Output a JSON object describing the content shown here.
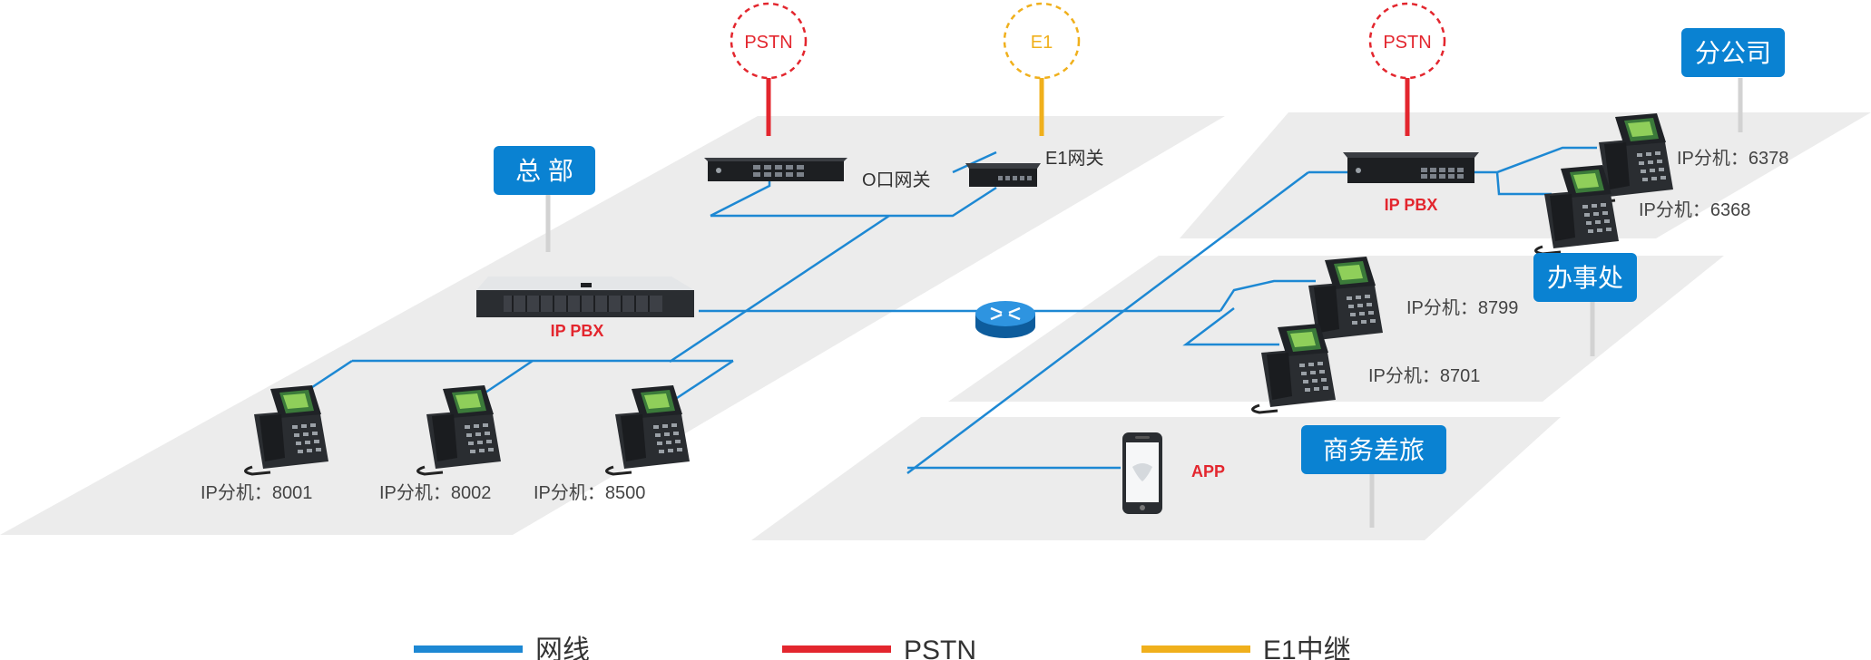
{
  "headquarters": {
    "tag": "总 部",
    "pbx_label": "IP PBX",
    "o_gateway_label": "O口网关",
    "e1_gateway_label": "E1网关",
    "pstn_circle": "PSTN",
    "e1_circle": "E1",
    "phones": [
      "IP分机：8001",
      "IP分机：8002",
      "IP分机：8500"
    ]
  },
  "branch": {
    "tag": "分公司",
    "pbx_label": "IP PBX",
    "pstn_circle": "PSTN",
    "phones": [
      "IP分机：6378",
      "IP分机：6368"
    ]
  },
  "office": {
    "tag": "办事处",
    "phones": [
      "IP分机：8799",
      "IP分机：8701"
    ]
  },
  "travel": {
    "tag": "商务差旅",
    "app_label": "APP"
  },
  "legend": [
    {
      "label": "网线",
      "color": "#1d88d3"
    },
    {
      "label": "PSTN",
      "color": "#e3262e"
    },
    {
      "label": "E1中继",
      "color": "#f0b01c"
    }
  ],
  "colors": {
    "network": "#1d88d3",
    "pstn": "#e3262e",
    "e1": "#f0b01c",
    "tag_bg": "#0a82d2",
    "platform": "#ececec",
    "device_label_red": "#e3262e"
  }
}
